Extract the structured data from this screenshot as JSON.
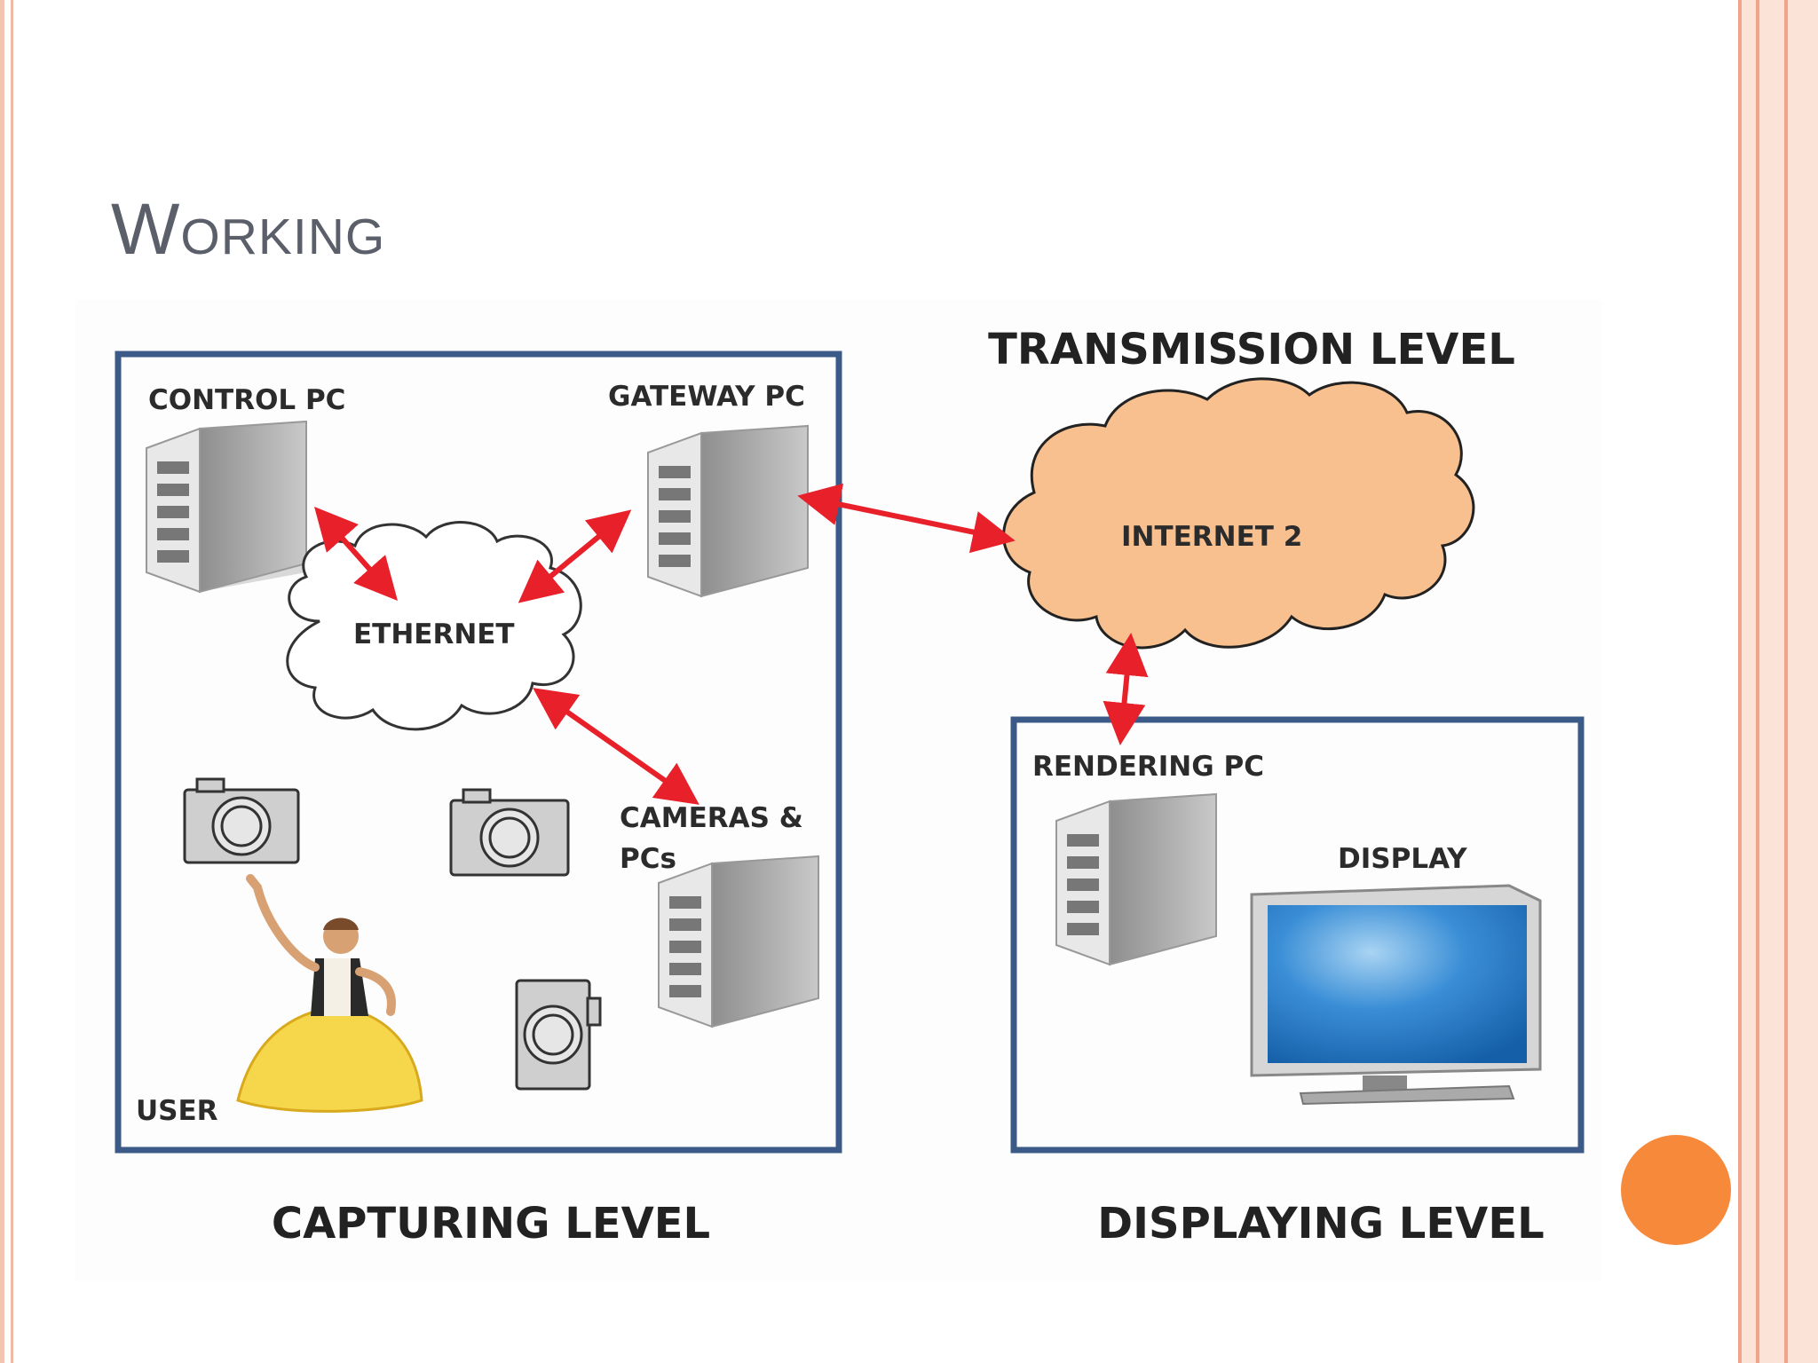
{
  "slide": {
    "title": "Working"
  },
  "diagram": {
    "capturing_level_label": "CAPTURING LEVEL",
    "transmission_level_label": "TRANSMISSION LEVEL",
    "displaying_level_label": "DISPLAYING LEVEL",
    "nodes": {
      "control_pc": "CONTROL PC",
      "gateway_pc": "GATEWAY PC",
      "ethernet": "ETHERNET",
      "internet2": "INTERNET 2",
      "cameras_pcs_line1": "CAMERAS &",
      "cameras_pcs_line2": "PCs",
      "user": "USER",
      "rendering_pc": "RENDERING PC",
      "display": "DISPLAY"
    }
  },
  "colors": {
    "frame_border": "#e9a48a",
    "box_border": "#3c5a88",
    "arrow": "#e8202a",
    "internet_cloud": "#f9c08f",
    "accent_circle": "#f6893a",
    "screen": "#1f74c4"
  }
}
